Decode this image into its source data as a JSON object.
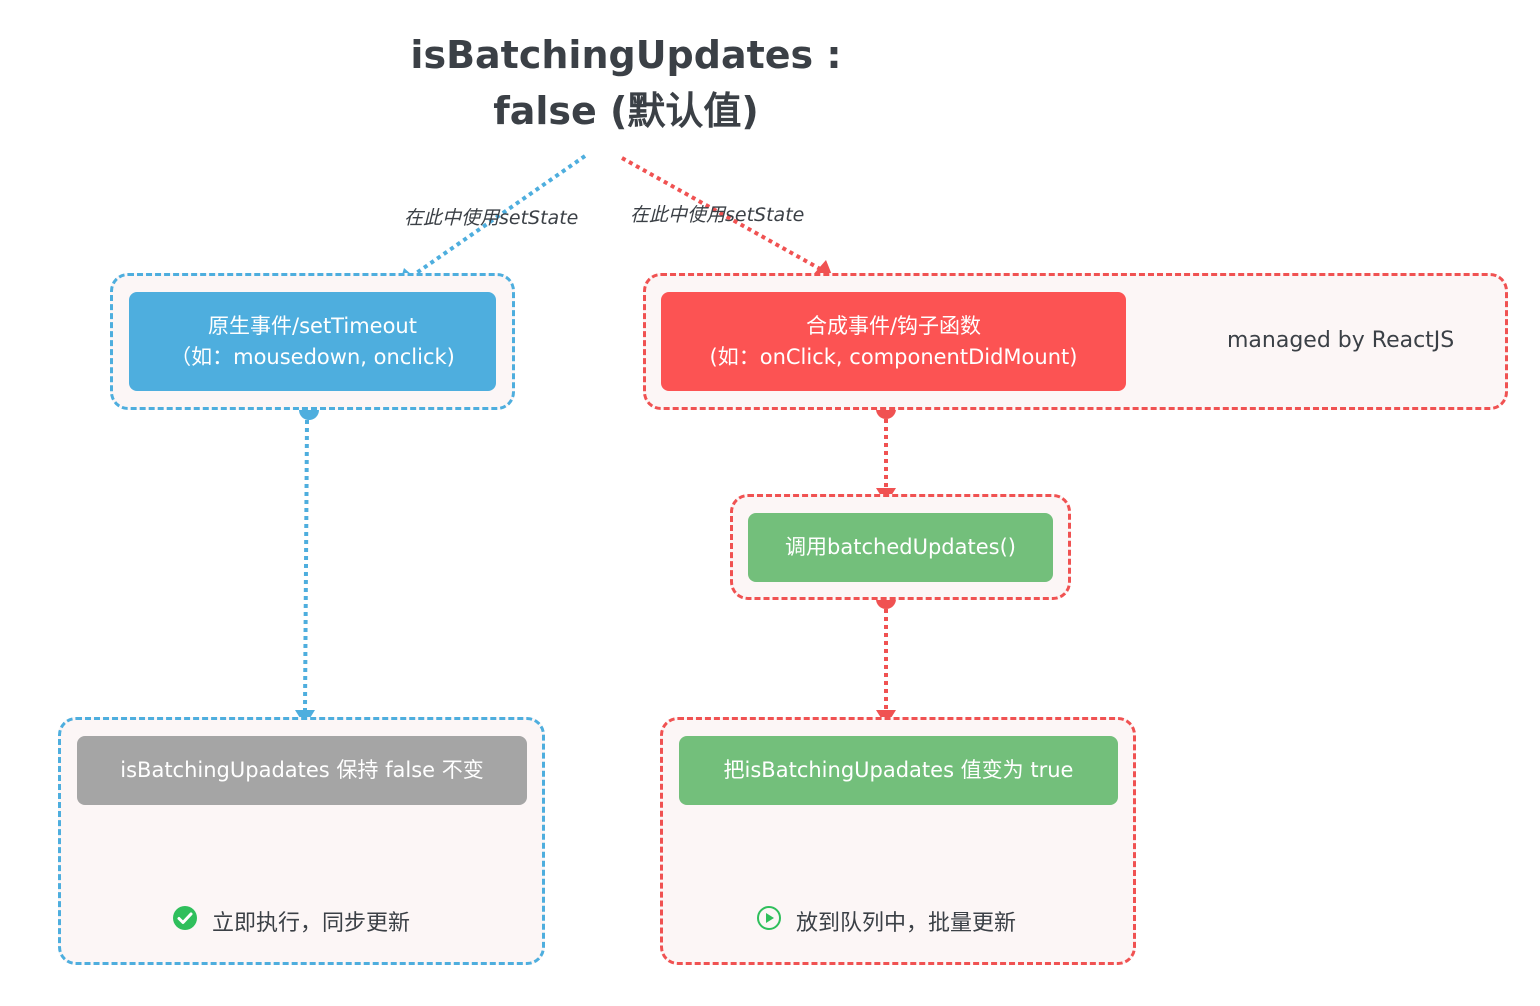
{
  "title": {
    "line1": "isBatchingUpdates :",
    "line2": "false (默认值)"
  },
  "edge_labels": {
    "left": "在此中使用setState",
    "right": "在此中使用setState"
  },
  "left_branch": {
    "event_node": {
      "line1": "原生事件/setTimeout",
      "line2": "（如：mousedown, onclick)"
    },
    "result_node": "isBatchingUpadates 保持 false 不变",
    "outcome": "立即执行，同步更新",
    "outcome_icon": "check-circle-icon"
  },
  "right_branch": {
    "event_node": {
      "line1": "合成事件/钩子函数",
      "line2": "(如：onClick, componentDidMount)"
    },
    "managed_note": "managed by ReactJS",
    "batch_node": "调用batchedUpdates()",
    "result_node": "把isBatchingUpadates 值变为 true",
    "outcome": "放到队列中，批量更新",
    "outcome_icon": "play-circle-icon"
  },
  "colors": {
    "blue": "#4eaede",
    "red": "#fc5353",
    "green": "#73bf7b",
    "gray": "#a5a5a5",
    "text": "#3b4046"
  }
}
